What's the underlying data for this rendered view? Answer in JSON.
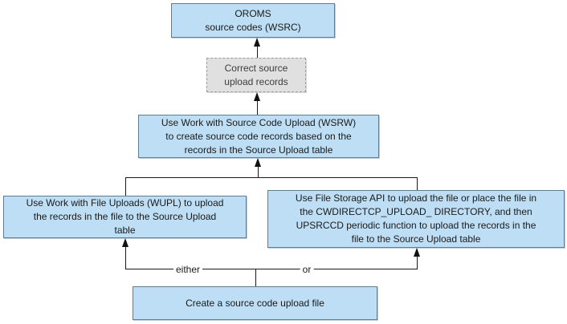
{
  "diagram": {
    "type": "flowchart",
    "boxes": {
      "oroms": {
        "lines": [
          "OROMS",
          "source codes (WSRC)"
        ]
      },
      "correct_upload": {
        "lines": [
          "Correct source",
          "upload records"
        ]
      },
      "wsrw": {
        "lines": [
          "Use Work with Source Code Upload (WSRW)",
          "to create source code records based on the",
          "records in the Source Upload table"
        ]
      },
      "wupl": {
        "lines": [
          "Use Work with File Uploads (WUPL) to upload",
          "the records in the file to the Source Upload",
          "table"
        ]
      },
      "file_storage": {
        "lines": [
          "Use File Storage API to upload the file or place the file in",
          "the CWDIRECTCP_UPLOAD_ DIRECTORY, and then",
          "UPSRCCD periodic function to upload the records in the",
          "file to the Source Upload table"
        ]
      },
      "create_file": {
        "lines": [
          "Create a source code upload file"
        ]
      }
    },
    "connector_labels": {
      "either": "either",
      "or": "or"
    },
    "colors": {
      "process_box_fill": "#bddef4",
      "process_box_border": "#5b7e95",
      "manual_box_fill": "#e0e0e0",
      "manual_box_border": "#9b9b9b",
      "connector": "#1a1a1a",
      "background": "#ffffff"
    }
  }
}
